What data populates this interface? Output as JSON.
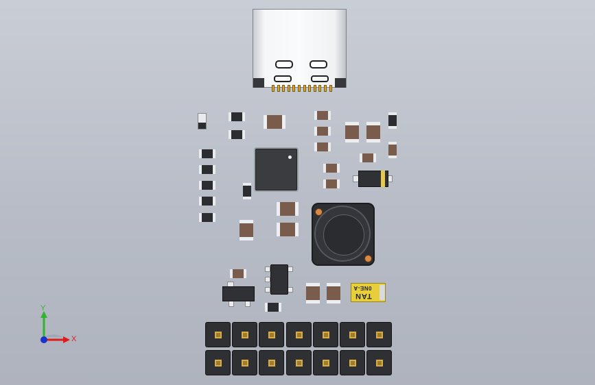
{
  "axes": {
    "y_label": "Y",
    "x_label": "X",
    "colors": {
      "x": "#e01b1b",
      "y": "#2fb52f",
      "origin": "#1a33cc"
    }
  },
  "tantalum": {
    "marking_top": "0NE-A",
    "marking_main": "TAN"
  },
  "colors": {
    "background": "#bcc1ca",
    "resistor_body": "#2b2d30",
    "capacitor_body": "#7a5c4c",
    "pin_gold": "#d6a63a"
  },
  "components": {
    "usb_connector": "usb-c-receptacle",
    "mcu": "qfn-ic",
    "inductor": "power-inductor",
    "header": "2x7-pin-header"
  }
}
